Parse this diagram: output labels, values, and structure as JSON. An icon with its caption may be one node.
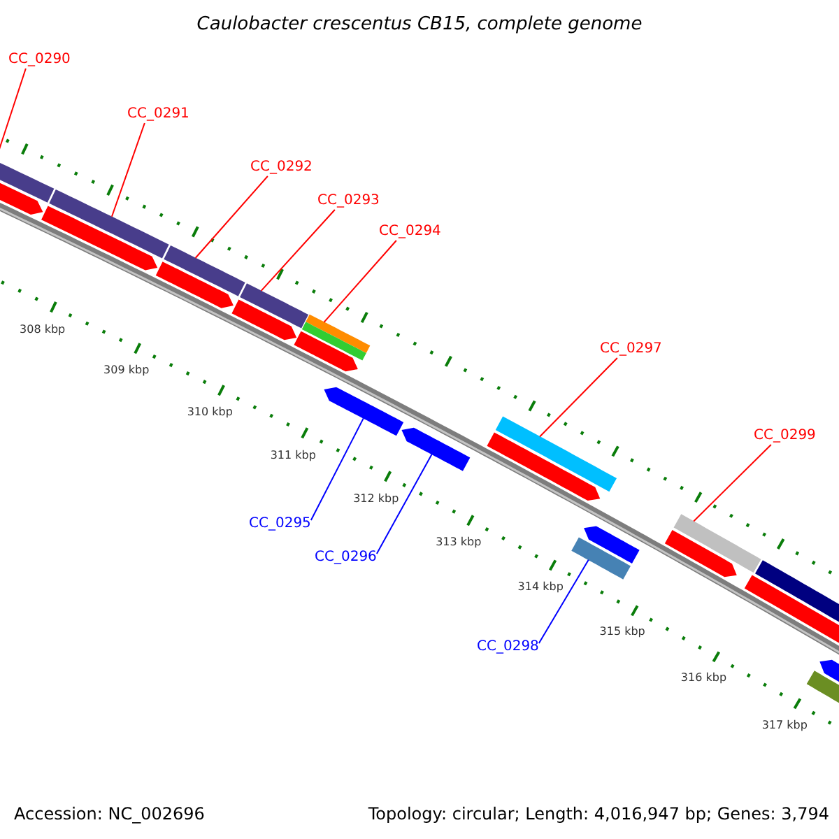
{
  "diagram": {
    "title": "Caulobacter crescentus CB15, complete genome",
    "nodes": [
      {
        "text": [
          "CC_0290"
        ]
      },
      {
        "text": [],
        "shape": "bar"
      },
      {
        "text": [
          "CC_0291"
        ]
      },
      {
        "text": [],
        "shape": "bar"
      },
      {
        "text": [
          "CC_0292"
        ]
      },
      {
        "text": [],
        "shape": "bar"
      },
      {
        "text": [
          "CC_0293"
        ]
      },
      {
        "text": [],
        "shape": "bar"
      },
      {
        "text": [
          "CC_0294"
        ]
      },
      {
        "text": [],
        "shape": "bar"
      },
      {
        "text": [
          "CC_0295"
        ]
      },
      {
        "text": [],
        "shape": "bar"
      },
      {
        "text": [
          "CC_0296"
        ]
      },
      {
        "text": [],
        "shape": "bar"
      },
      {
        "text": [
          "CC_0297"
        ]
      },
      {
        "text": [],
        "shape": "bar"
      },
      {
        "text": [
          "CC_0298"
        ]
      },
      {
        "text": [],
        "shape": "bar"
      },
      {
        "text": [
          "CC_0299"
        ]
      },
      {
        "text": [],
        "shape": "bar"
      },
      {
        "text": [],
        "shape": "bar"
      },
      {
        "text": [],
        "shape": "bar"
      },
      {
        "text": [],
        "shape": "bar"
      },
      {
        "text": [],
        "shape": "bar"
      },
      {
        "text": [],
        "shape": "bar"
      },
      {
        "text": [],
        "shape": "bar"
      },
      {
        "text": [],
        "shape": "bar"
      },
      {
        "text": [],
        "shape": "bar"
      },
      {
        "text": [],
        "shape": "bar"
      },
      {
        "text": [],
        "shape": "bar"
      },
      {
        "text": [],
        "shape": "bar"
      },
      {
        "text": [],
        "shape": "bar"
      },
      {
        "text": [],
        "shape": "bar"
      }
    ],
    "edges": [
      {
        "from": 0,
        "to": 1,
        "arrow": "none"
      },
      {
        "from": 2,
        "to": 3,
        "arrow": "none"
      },
      {
        "from": 4,
        "to": 5,
        "arrow": "none"
      },
      {
        "from": 6,
        "to": 7,
        "arrow": "none"
      },
      {
        "from": 8,
        "to": 9,
        "arrow": "none"
      },
      {
        "from": 10,
        "to": 11,
        "arrow": "none",
        "color": "#0000ff"
      },
      {
        "from": 12,
        "to": 13,
        "arrow": "none",
        "color": "#0000ff"
      },
      {
        "from": 14,
        "to": 15,
        "arrow": "none"
      },
      {
        "from": 16,
        "to": 17,
        "arrow": "none",
        "color": "#0000ff"
      },
      {
        "from": 18,
        "to": 19,
        "arrow": "none"
      }
    ],
    "labels": [
      "308 kbp",
      "309 kbp",
      "310 kbp",
      "311 kbp",
      "312 kbp",
      "313 kbp",
      "314 kbp",
      "315 kbp",
      "316 kbp",
      "317 kbp",
      "Accession: NC_002696",
      "Topology: circular; Length: 4,016,947 bp; Genes: 3,794"
    ]
  }
}
